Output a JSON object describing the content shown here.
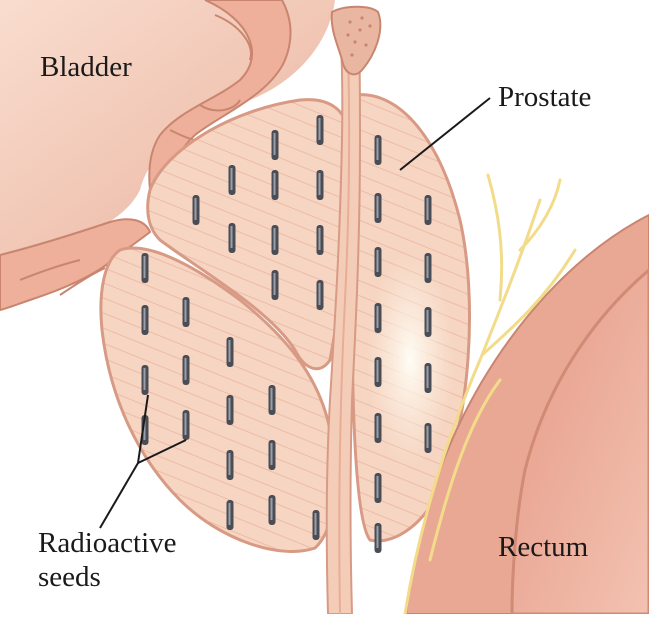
{
  "labels": {
    "bladder": "Bladder",
    "prostate": "Prostate",
    "seeds_line1": "Radioactive",
    "seeds_line2": "seeds",
    "rectum": "Rectum"
  },
  "colors": {
    "tissue_light": "#f7d2c2",
    "tissue_mid": "#eeb29c",
    "tissue_dark": "#d98c76",
    "prostate_fill": "#f6d5c2",
    "seed": "#4a4d55",
    "nerve": "#f2dc8a",
    "text": "#1a1a1a"
  }
}
